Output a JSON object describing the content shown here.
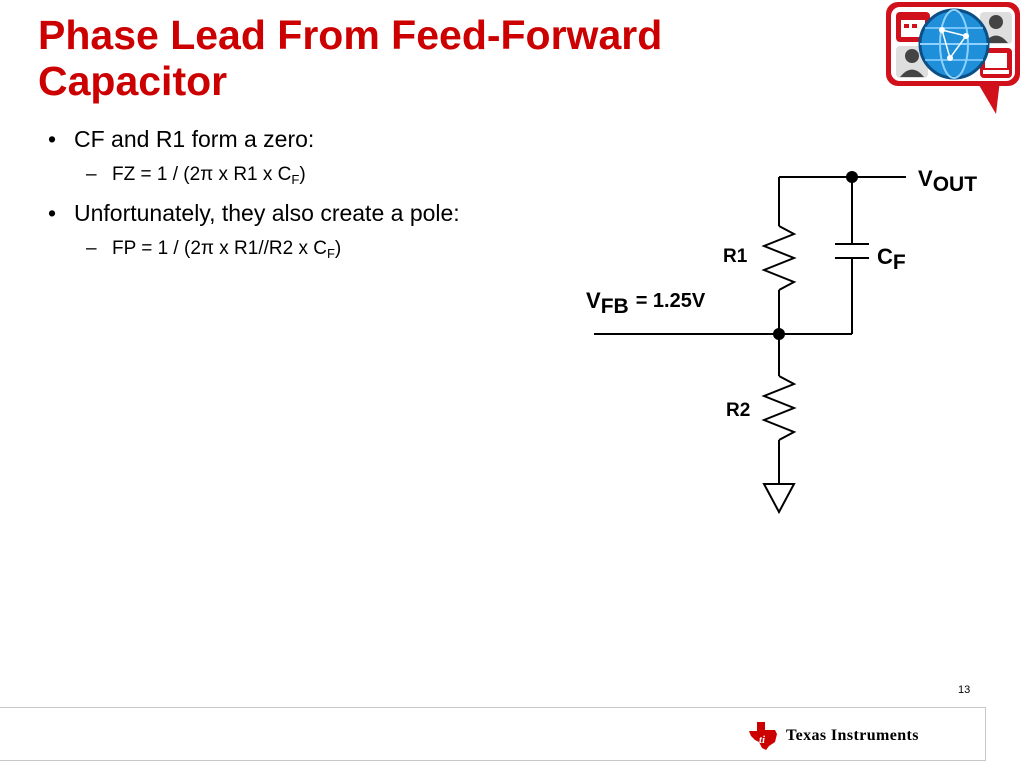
{
  "slide": {
    "title_line1": "Phase Lead From Feed-Forward",
    "title_line2": "Capacitor",
    "page_number": "13"
  },
  "bullets": [
    {
      "text": "CF and R1 form a zero:",
      "sub_main": "FZ = 1 / (2π x R1 x C",
      "sub_subscript": "F",
      "sub_close": ")"
    },
    {
      "text": "Unfortunately, they also create a pole:",
      "sub_main": "FP = 1 / (2π x R1//R2 x C",
      "sub_subscript": "F",
      "sub_close": ")"
    }
  ],
  "schematic": {
    "vout_main": "V",
    "vout_sub": "OUT",
    "r1": "R1",
    "cf_main": "C",
    "cf_sub": "F",
    "vfb_main": "V",
    "vfb_sub": "FB",
    "vfb_value": "= 1.25V",
    "r2": "R2"
  },
  "footer": {
    "brand": "Texas Instruments"
  },
  "colors": {
    "title": "#cc0000",
    "ti_red": "#cc0000",
    "logo_red": "#d0101b",
    "globe_blue": "#1e8fd8"
  }
}
